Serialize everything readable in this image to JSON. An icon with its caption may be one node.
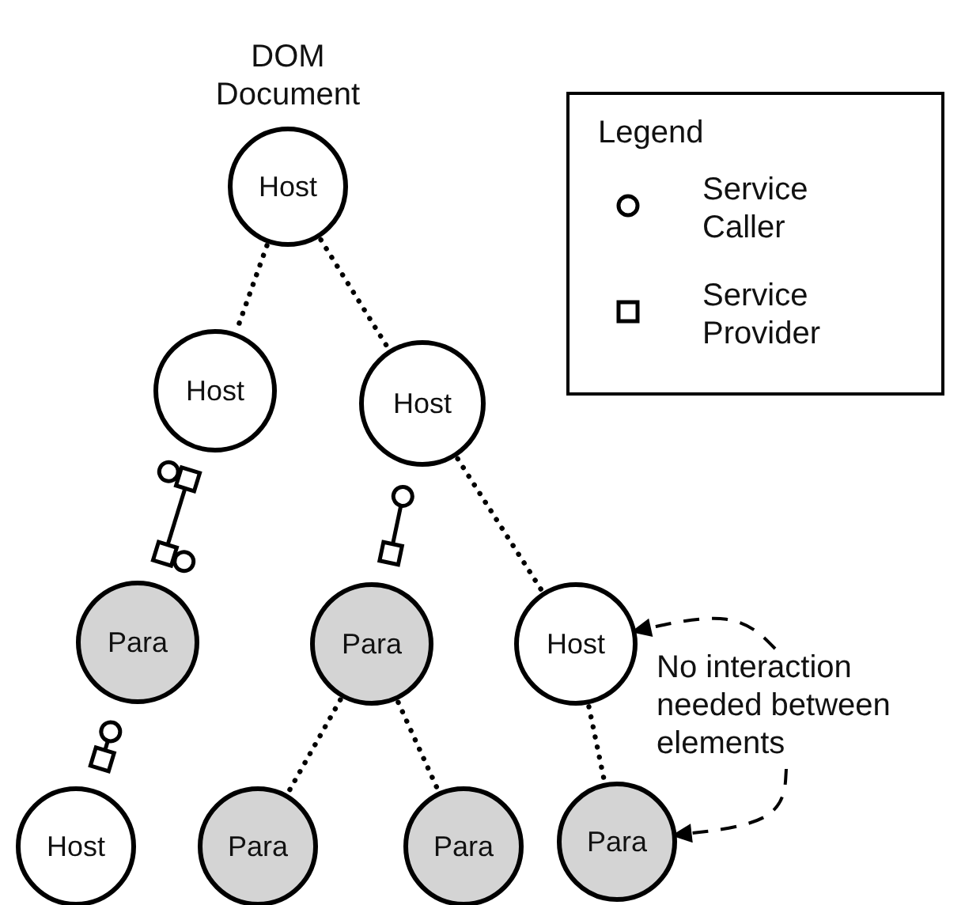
{
  "diagram": {
    "nodes": [
      {
        "text": [
          "Host"
        ],
        "beside": [
          "DOM Document"
        ]
      },
      {
        "text": [
          "Host"
        ]
      },
      {
        "text": [
          "Host"
        ]
      },
      {
        "text": [
          "Para"
        ]
      },
      {
        "text": [
          "Para"
        ]
      },
      {
        "text": [
          "Host"
        ]
      },
      {
        "text": [
          "Host"
        ]
      },
      {
        "text": [
          "Para"
        ]
      },
      {
        "text": [
          "Para"
        ]
      },
      {
        "text": [
          "Para"
        ]
      },
      {
        "text": [
          "No interaction needed between elements"
        ]
      }
    ],
    "edges": [
      {
        "from": 0,
        "to": 1,
        "arrow": "none",
        "style": "dashed"
      },
      {
        "from": 0,
        "to": 2,
        "arrow": "none",
        "style": "dashed"
      },
      {
        "from": 1,
        "to": 3,
        "arrow": "other"
      },
      {
        "from": 2,
        "to": 4,
        "arrow": "other"
      },
      {
        "from": 2,
        "to": 5,
        "arrow": "none",
        "style": "dashed"
      },
      {
        "from": 3,
        "to": 6,
        "arrow": "other"
      },
      {
        "from": 4,
        "to": 7,
        "arrow": "none",
        "style": "dashed"
      },
      {
        "from": 4,
        "to": 8,
        "arrow": "none",
        "style": "dashed"
      },
      {
        "from": 5,
        "to": 9,
        "arrow": "none",
        "style": "dashed"
      },
      {
        "from": 10,
        "to": 5,
        "arrow": "to",
        "style": "dashed"
      },
      {
        "from": 10,
        "to": 9,
        "arrow": "to",
        "style": "dashed"
      }
    ],
    "labels": [
      "Legend"
    ],
    "legend": [
      {
        "text": "Service Caller"
      },
      {
        "text": "Service Provider"
      }
    ]
  }
}
